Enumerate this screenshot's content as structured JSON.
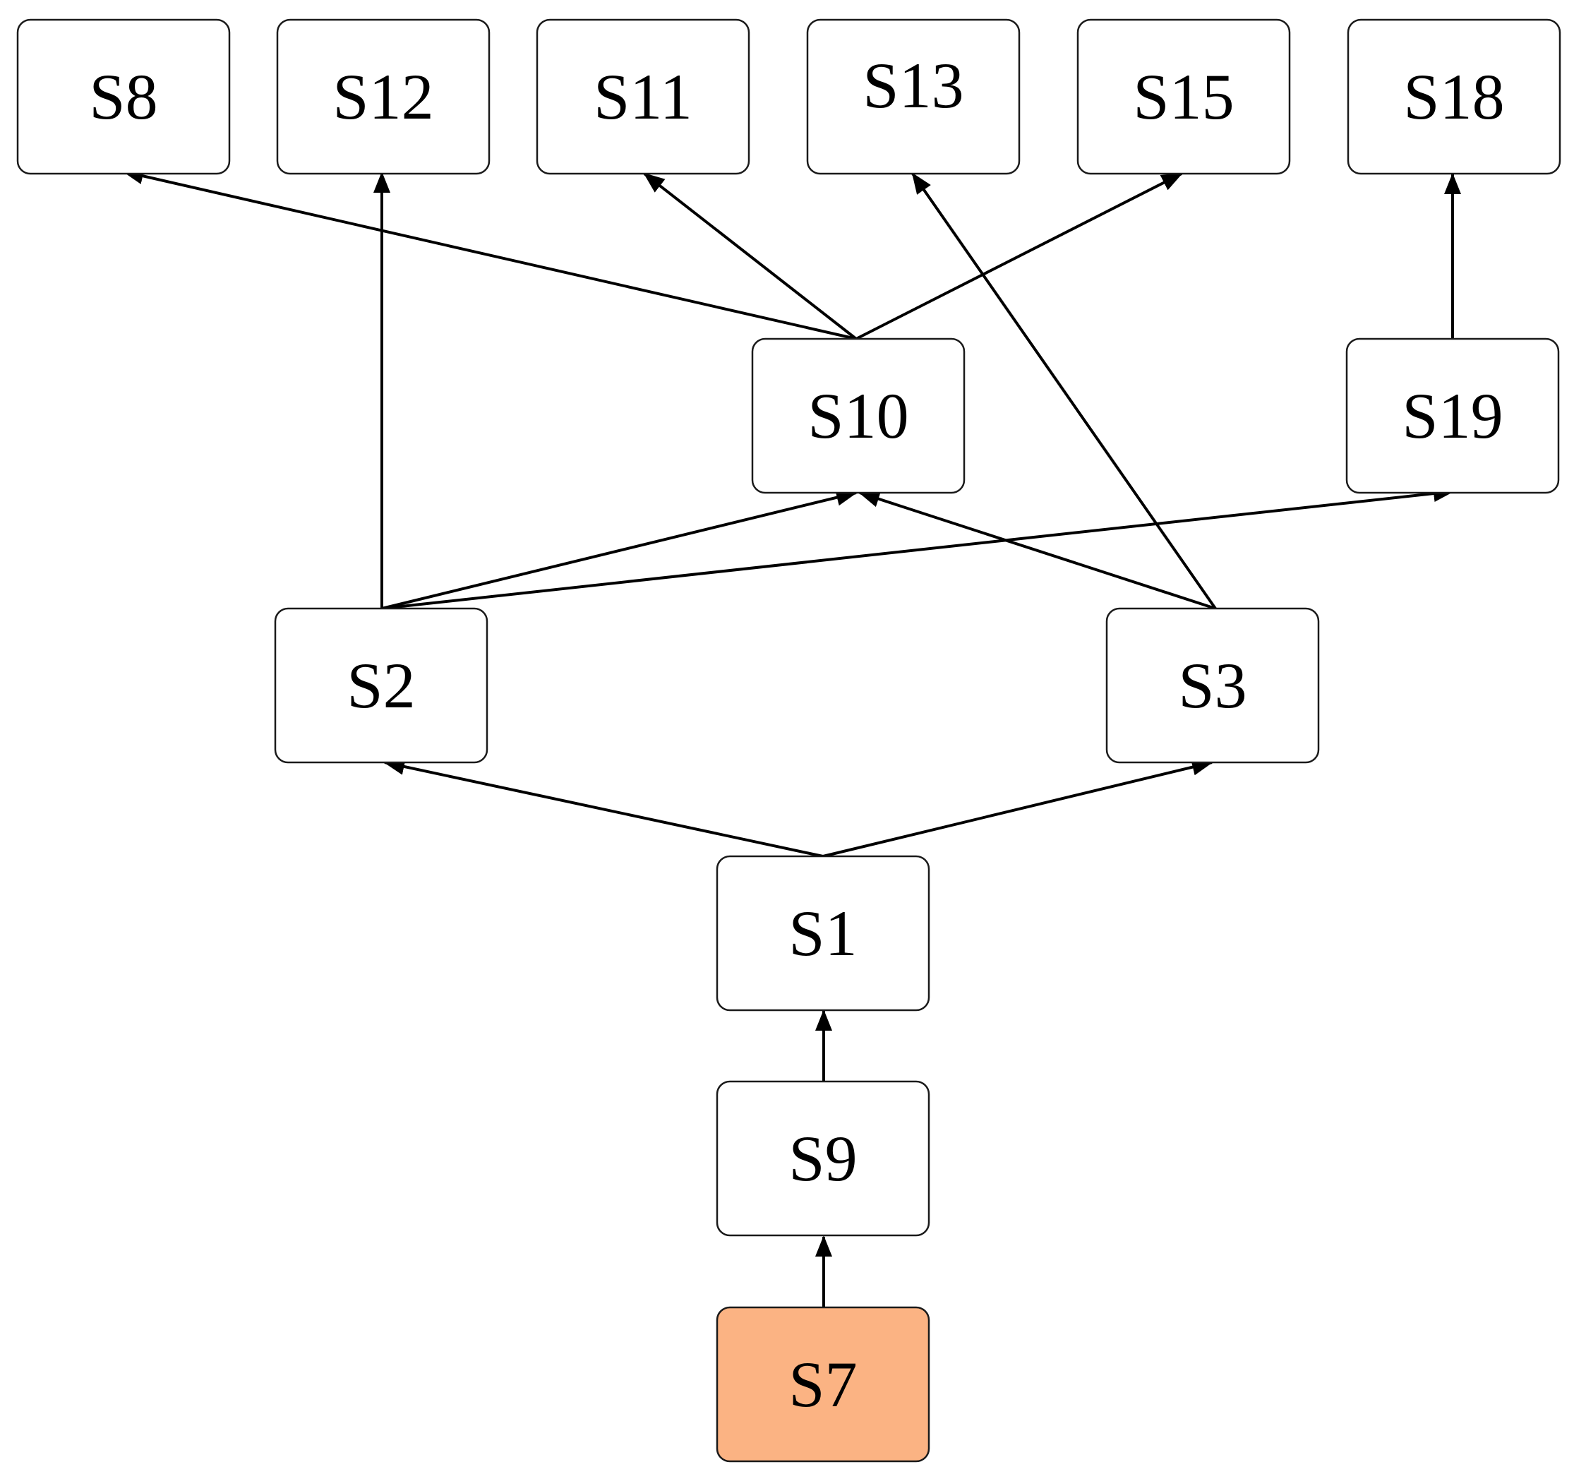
{
  "diagram": {
    "nodes": [
      {
        "id": "S8",
        "label": "S8",
        "fill": "#ffffff"
      },
      {
        "id": "S12",
        "label": "S12",
        "fill": "#ffffff"
      },
      {
        "id": "S11",
        "label": "S11",
        "fill": "#ffffff"
      },
      {
        "id": "S13",
        "label": "S13",
        "fill": "#ffffff"
      },
      {
        "id": "S15",
        "label": "S15",
        "fill": "#ffffff"
      },
      {
        "id": "S18",
        "label": "S18",
        "fill": "#ffffff"
      },
      {
        "id": "S10",
        "label": "S10",
        "fill": "#ffffff"
      },
      {
        "id": "S19",
        "label": "S19",
        "fill": "#ffffff"
      },
      {
        "id": "S2",
        "label": "S2",
        "fill": "#ffffff"
      },
      {
        "id": "S3",
        "label": "S3",
        "fill": "#ffffff"
      },
      {
        "id": "S1",
        "label": "S1",
        "fill": "#ffffff"
      },
      {
        "id": "S9",
        "label": "S9",
        "fill": "#ffffff"
      },
      {
        "id": "S7",
        "label": "S7",
        "fill": "#fbb383"
      }
    ],
    "edges": [
      {
        "from": "S7",
        "to": "S9"
      },
      {
        "from": "S9",
        "to": "S1"
      },
      {
        "from": "S1",
        "to": "S2"
      },
      {
        "from": "S1",
        "to": "S3"
      },
      {
        "from": "S2",
        "to": "S12"
      },
      {
        "from": "S2",
        "to": "S10"
      },
      {
        "from": "S2",
        "to": "S19"
      },
      {
        "from": "S3",
        "to": "S10"
      },
      {
        "from": "S3",
        "to": "S13"
      },
      {
        "from": "S10",
        "to": "S8"
      },
      {
        "from": "S10",
        "to": "S11"
      },
      {
        "from": "S10",
        "to": "S15"
      },
      {
        "from": "S19",
        "to": "S18"
      }
    ],
    "colors": {
      "node_border": "#1a1a1a",
      "edge": "#000000",
      "highlight_fill": "#fbb383"
    }
  }
}
